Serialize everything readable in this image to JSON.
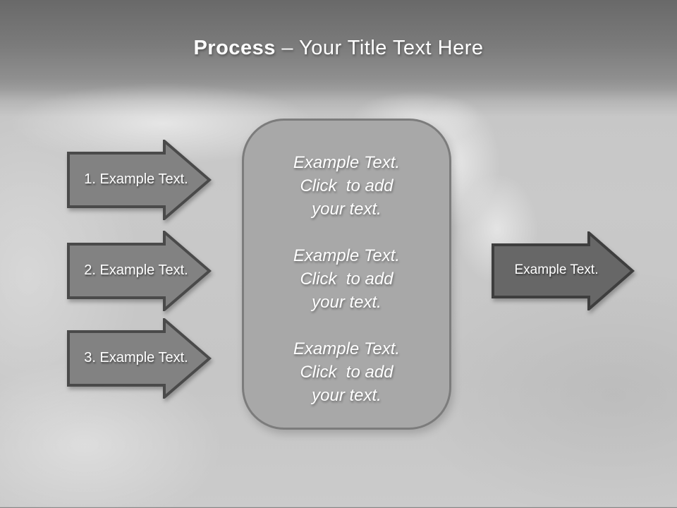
{
  "slide": {
    "title": {
      "bold": "Process",
      "rest": "– Your Title Text Here"
    },
    "left_arrows": [
      {
        "label": "1. Example Text."
      },
      {
        "label": "2. Example Text."
      },
      {
        "label": "3. Example Text."
      }
    ],
    "center_panel": {
      "blocks": [
        {
          "lines": [
            "Example Text.",
            "Click  to add",
            "your text."
          ]
        },
        {
          "lines": [
            "Example Text.",
            "Click  to add",
            "your text."
          ]
        },
        {
          "lines": [
            "Example Text.",
            "Click  to add",
            "your text."
          ]
        }
      ]
    },
    "right_arrow": {
      "label": "Example Text."
    },
    "colors": {
      "header_top": "#696969",
      "header_bottom": "#9b9b9b",
      "canvas": "#c8c8c8",
      "left_arrow_fill": "#828282",
      "left_arrow_border": "#4a4a4a",
      "right_arrow_fill": "#676767",
      "right_arrow_border": "#3e3e3e",
      "panel_fill": "#a8a8a8",
      "panel_border": "#7c7c7c",
      "text": "#ffffff"
    }
  }
}
